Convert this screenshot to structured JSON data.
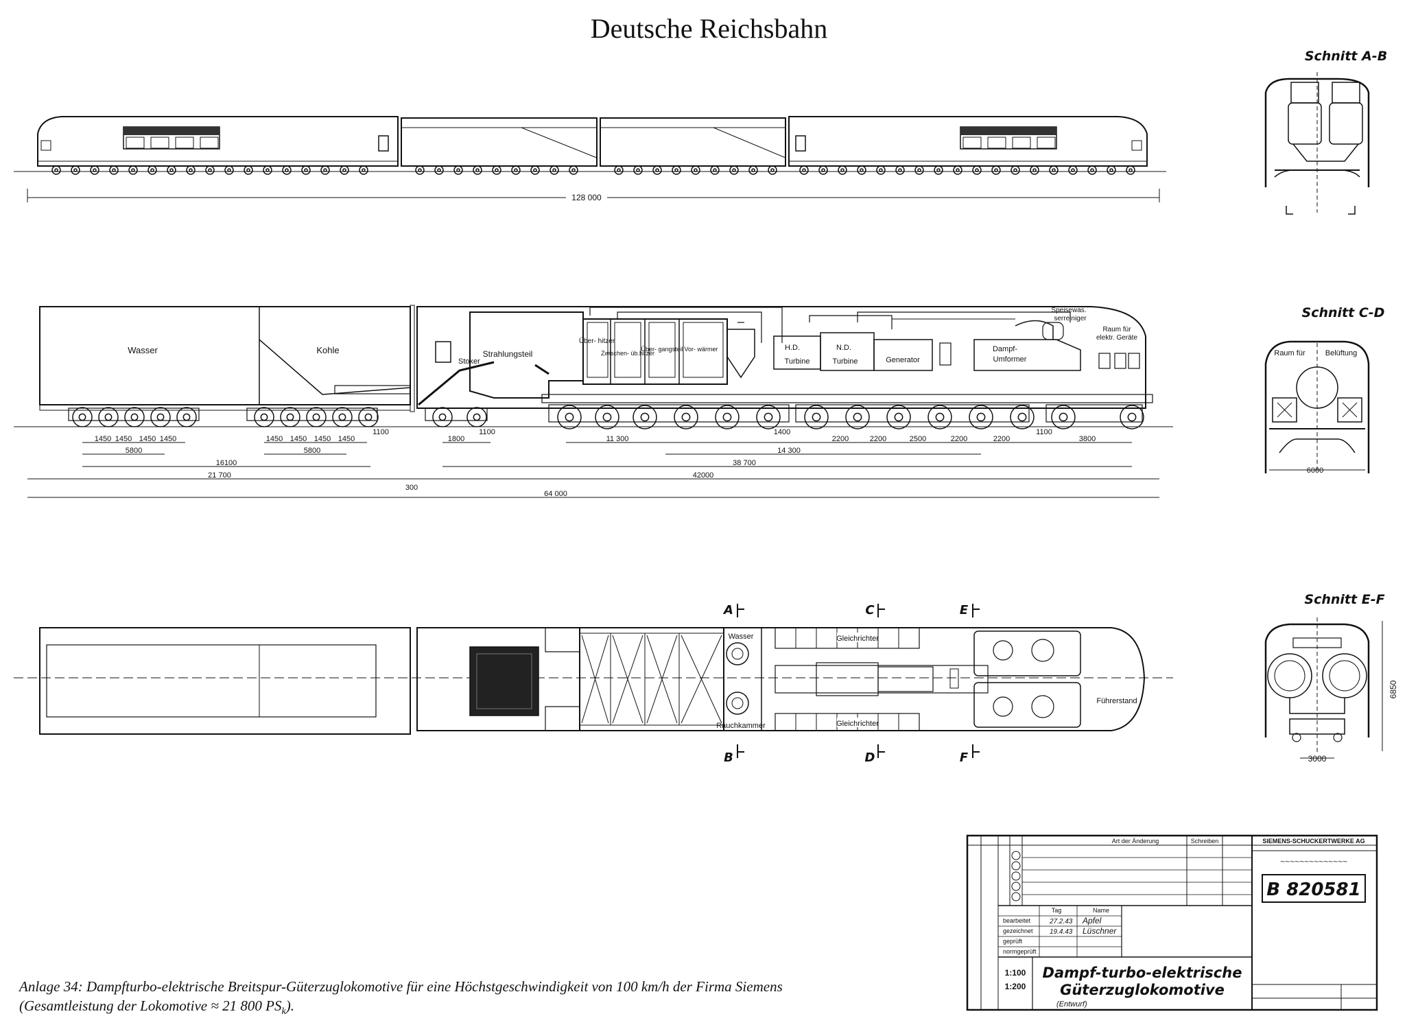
{
  "header": {
    "title": "Deutsche Reichsbahn"
  },
  "side_view": {
    "overall_length": "128 000"
  },
  "sections": {
    "ab": {
      "title": "Schnitt A-B"
    },
    "cd": {
      "title": "Schnitt C-D",
      "label_left": "Raum für",
      "label_right": "Belüftung",
      "width": "6000"
    },
    "ef": {
      "title": "Schnitt E-F",
      "width": "3000",
      "height": "6850"
    }
  },
  "elevation": {
    "labels": {
      "wasser": "Wasser",
      "kohle": "Kohle",
      "stoker": "Stoker",
      "strahlung": "Strahlungsteil",
      "ueberhitzer": "Über- hitzer",
      "zwischen": "Zwischen- üb.hitzer",
      "uebergang": "Über- gangsteil",
      "vorwaermer": "Vor- wärmer",
      "hd": "H.D.",
      "hd_turbine": "Turbine",
      "nd": "N.D.",
      "nd_turbine": "Turbine",
      "generator": "Generator",
      "dampf": "Dampf-",
      "umformer": "Umformer",
      "speise1": "Speisewas.",
      "speise2": "serreiniger",
      "raum1": "Raum für",
      "raum2": "elektr. Geräte"
    },
    "dims": {
      "d1450": "1450",
      "d5800": "5800",
      "d16100": "16100",
      "d21700": "21 700",
      "d1100a": "1100",
      "d1800": "1800",
      "d1100b": "1100",
      "d11300": "11 300",
      "d1400": "1400",
      "d14300": "14 300",
      "d38700": "38 700",
      "d42000": "42000",
      "d300": "300",
      "d64000": "64 000",
      "d2200": "2200",
      "d2500": "2500",
      "d1100c": "1100",
      "d3800": "3800"
    }
  },
  "plan": {
    "wasser": "Wasser",
    "rauchkammer": "Rauchkammer",
    "gleich1": "Gleichrichter",
    "gleich2": "Gleichrichter",
    "fuehrer": "Führerstand",
    "cuts": {
      "A": "A",
      "B": "B",
      "C": "C",
      "D": "D",
      "E": "E",
      "F": "F"
    }
  },
  "titleblock": {
    "company": "SIEMENS-SCHUCKERTWERKE AG",
    "art": "Art der Änderung",
    "schreiben": "Schreiben",
    "drawing_no": "B 820581",
    "tag": "Tag",
    "name": "Name",
    "rows": [
      "bearbeitet",
      "gezeichnet",
      "geprüft",
      "normgeprüft"
    ],
    "dates": [
      "27.2.43",
      "19.4.43"
    ],
    "signatures": [
      "Apfel",
      "Lüschner"
    ],
    "scale1": "1:100",
    "scale2": "1:200",
    "name1": "Dampf-turbo-elektrische",
    "name2": "Güterzuglokomotive",
    "entwurf": "(Entwurf)"
  },
  "caption": {
    "line1": "Anlage 34: Dampfturbo-elektrische Breitspur-Güterzuglokomotive für eine Höchstgeschwindigkeit von 100 km/h der Firma Siemens",
    "line2_a": "(Gesamtleistung der Lokomotive ≈ 21 800 PS",
    "line2_sub": "k",
    "line2_b": ")."
  }
}
